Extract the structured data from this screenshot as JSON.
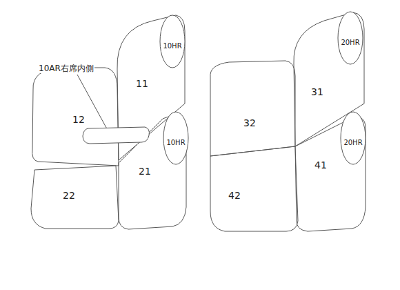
{
  "diagram": {
    "nodes": [
      {
        "text": [
          "11"
        ]
      },
      {
        "text": [
          "10HR"
        ]
      },
      {
        "text": [
          "12"
        ]
      },
      {
        "text": [
          "21"
        ]
      },
      {
        "text": [
          "10HR"
        ]
      },
      {
        "text": [
          "22"
        ]
      },
      {
        "text": [
          "31"
        ]
      },
      {
        "text": [
          "20HR"
        ]
      },
      {
        "text": [
          "32"
        ]
      },
      {
        "text": [
          "41"
        ]
      },
      {
        "text": [
          "20HR"
        ]
      },
      {
        "text": [
          "42"
        ]
      }
    ],
    "labels": [
      "10AR右席内側"
    ]
  }
}
